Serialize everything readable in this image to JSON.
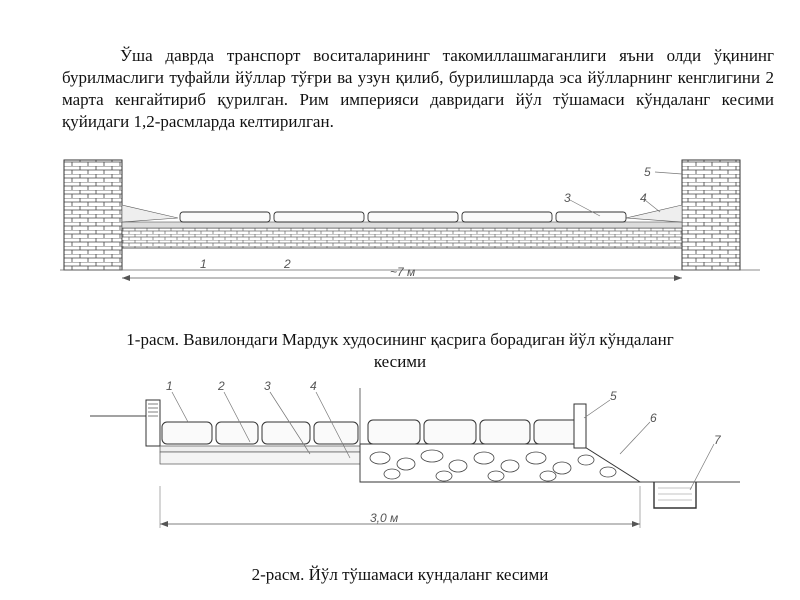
{
  "paragraph": "Ўша даврда транспорт воситаларининг такомиллашмаганлиги яъни олди ўқининг бурилмаслиги туфайли йўллар тўғри ва узун қилиб, бурилишларда эса йўлларнинг кенглигини 2 марта кенгайтириб қурилган. Рим империяси давридаги йўл тўшамаси кўндаланг кесими қуйидаги 1,2-расмларда келтирилган.",
  "figure1": {
    "caption_line1": "1-расм. Вавилондаги Мардук худосининг қасрига борадиган йўл кўндаланг",
    "caption_line2": "кесими",
    "labels": {
      "l1": "1",
      "l2": "2",
      "l3": "3",
      "l4": "4",
      "l5": "5",
      "dim": "~7 м"
    }
  },
  "figure2": {
    "caption": "2-расм. Йўл тўшамаси кундаланг кесими",
    "labels": {
      "l1": "1",
      "l2": "2",
      "l3": "3",
      "l4": "4",
      "l5": "5",
      "l6": "6",
      "l7": "7",
      "dim": "3,0 м"
    }
  }
}
